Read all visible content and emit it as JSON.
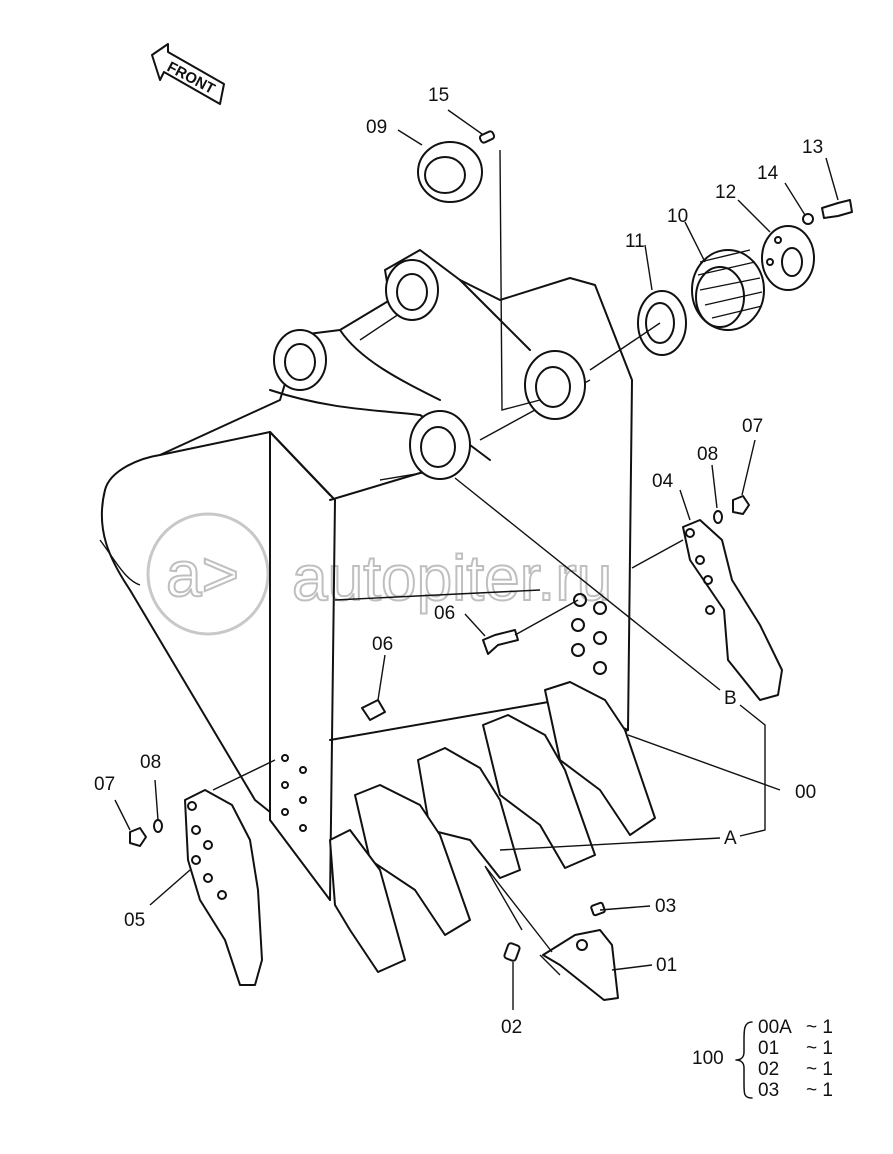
{
  "front_arrow": {
    "label": "FRONT"
  },
  "watermark": {
    "text": "autopiter.ru",
    "logo": "a>"
  },
  "callouts": {
    "c15": "15",
    "c09": "09",
    "c13": "13",
    "c14": "14",
    "c12": "12",
    "c10": "10",
    "c11": "11",
    "c07_right": "07",
    "c08_right": "08",
    "c04": "04",
    "c06_mid": "06",
    "c06_left": "06",
    "cB": "B",
    "c00": "00",
    "c08_left": "08",
    "c07_left": "07",
    "cA": "A",
    "c05": "05",
    "c03": "03",
    "c01": "01",
    "c02": "02"
  },
  "kit": {
    "number": "100",
    "rows": [
      {
        "part": "00A",
        "qty": "~ 1"
      },
      {
        "part": "01",
        "qty": "~ 1"
      },
      {
        "part": "02",
        "qty": "~ 1"
      },
      {
        "part": "03",
        "qty": "~ 1"
      }
    ]
  }
}
